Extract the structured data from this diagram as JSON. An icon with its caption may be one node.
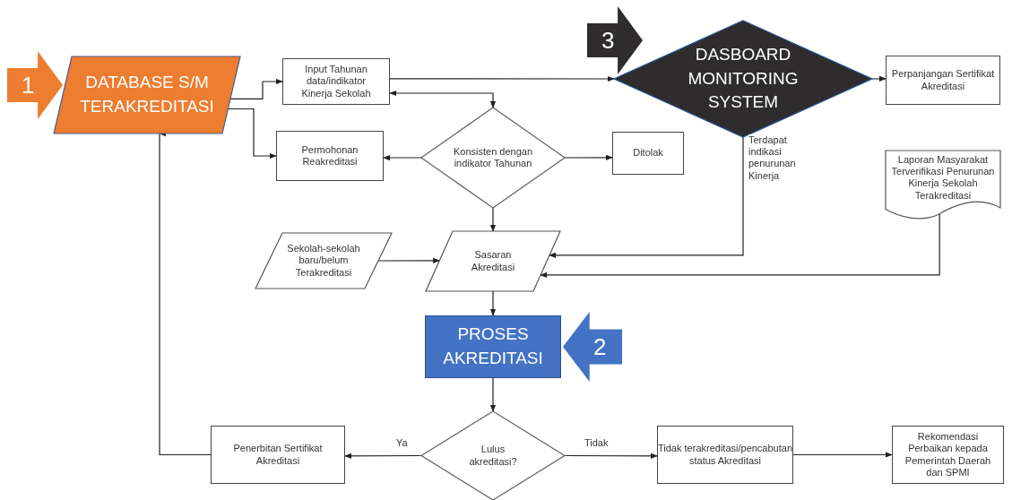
{
  "diagram": {
    "nodes": [
      {
        "text": [
          "1"
        ]
      },
      {
        "text": [
          "DATABASE S/M TERAKREDITASI"
        ]
      },
      {
        "text": [
          "Input Tahunan data/indikator Kinerja Sekolah"
        ]
      },
      {
        "text": [
          "3"
        ]
      },
      {
        "text": [
          "DASBOARD MONITORING SYSTEM"
        ]
      },
      {
        "text": [
          "Perpanjangan Sertifikat Akreditasi"
        ]
      },
      {
        "text": [
          "Permohonan Reakreditasi"
        ]
      },
      {
        "text": [
          "Konsisten dengan indikator Tahunan"
        ]
      },
      {
        "text": [
          "Ditolak"
        ]
      },
      {
        "text": [
          "Laporan Masyarakat Terverifikasi Penurunan Kinerja Sekolah Terakreditasi"
        ]
      },
      {
        "text": [
          "Sekolah-sekolah baru/belum Terakreditasi"
        ]
      },
      {
        "text": [
          "Sasaran Akreditasi"
        ]
      },
      {
        "text": [
          "PROSES AKREDITASI"
        ]
      },
      {
        "text": [
          "2"
        ]
      },
      {
        "text": [
          "Penerbitan Sertifikat Akreditasi"
        ]
      },
      {
        "text": [
          "Lulus akreditasi?"
        ]
      },
      {
        "text": [
          "Tidak terakreditasi/pencabutan status Akreditasi"
        ]
      },
      {
        "text": [
          "Rekomendasi Perbaikan kepada Pemerintah Daerah dan SPMI"
        ]
      }
    ],
    "edges": [
      {
        "from": 1,
        "to": 2,
        "arrow": "to"
      },
      {
        "from": 1,
        "to": 6,
        "arrow": "to"
      },
      {
        "from": 2,
        "to": 4,
        "arrow": "to"
      },
      {
        "from": 4,
        "to": 5,
        "arrow": "to"
      },
      {
        "from": 2,
        "to": 7,
        "arrow": "both"
      },
      {
        "from": 7,
        "to": 6,
        "arrow": "to"
      },
      {
        "from": 7,
        "to": 8,
        "arrow": "to"
      },
      {
        "from": 7,
        "to": 11,
        "arrow": "to"
      },
      {
        "from": 10,
        "to": 11,
        "arrow": "to"
      },
      {
        "from": 4,
        "to": 11,
        "arrow": "to",
        "label": "Terdapat indikasi penurunan Kinerja"
      },
      {
        "from": 9,
        "to": 11,
        "arrow": "to"
      },
      {
        "from": 11,
        "to": 12,
        "arrow": "to"
      },
      {
        "from": 12,
        "to": 15,
        "arrow": "to"
      },
      {
        "from": 15,
        "to": 14,
        "arrow": "to",
        "label": "Ya"
      },
      {
        "from": 15,
        "to": 16,
        "arrow": "to",
        "label": "Tidak"
      },
      {
        "from": 16,
        "to": 17,
        "arrow": "to"
      },
      {
        "from": 14,
        "to": 1,
        "arrow": "to"
      }
    ]
  }
}
